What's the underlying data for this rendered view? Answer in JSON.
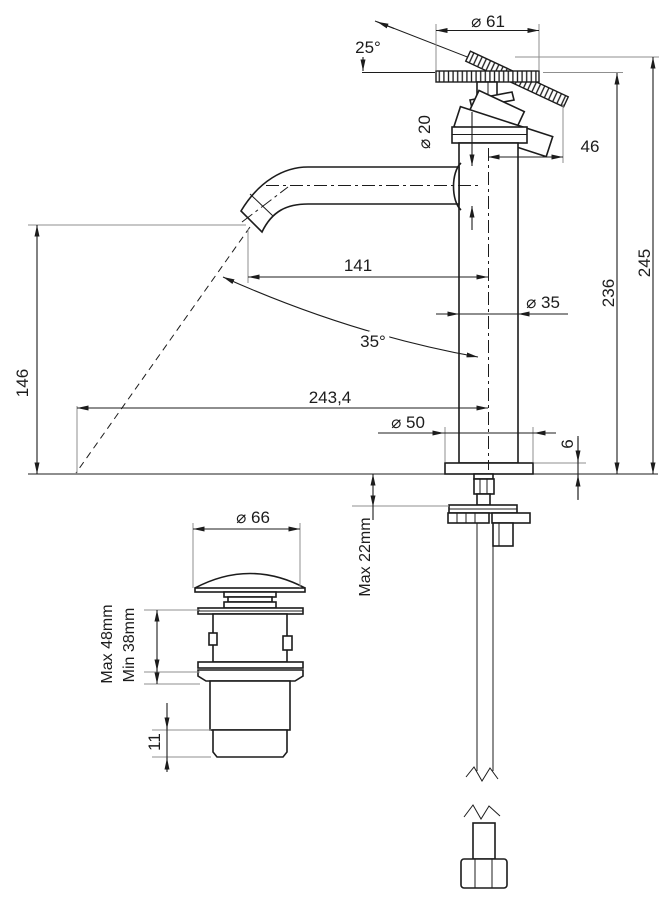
{
  "drawing": {
    "type": "technical-dimension-drawing",
    "subject": "basin pillar tap with knurled wheel handle, pop-up waste and flexible supply hose",
    "units": "mm"
  },
  "labels": {
    "dia61": "⌀ 61",
    "angle25": "25°",
    "dia20": "⌀ 20",
    "len46": "46",
    "len141": "141",
    "dia35": "⌀ 35",
    "angle35": "35°",
    "len146": "146",
    "len243": "243,4",
    "dia50": "⌀ 50",
    "len6": "6",
    "len236": "236",
    "len245": "245",
    "dia66": "⌀ 66",
    "max22": "Max 22mm",
    "max48": "Max 48mm",
    "min38": "Min 38mm",
    "len11": "11"
  },
  "colors": {
    "line": "#1c1c1c",
    "extension": "#8f8f8f",
    "background": "#ffffff"
  }
}
